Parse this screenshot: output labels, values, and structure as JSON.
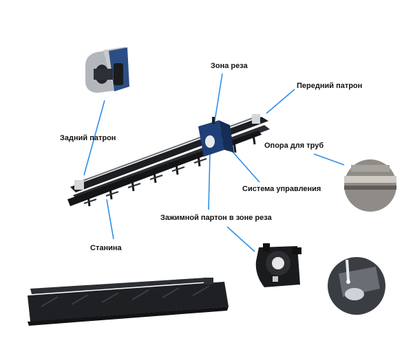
{
  "labels": {
    "cut_zone": "Зона реза",
    "front_chuck": "Передний патрон",
    "rear_chuck": "Задний патрон",
    "pipe_support": "Опора для труб",
    "control_system": "Система управления",
    "clamp_chuck_cut_zone": "Зажимной партон в зоне реза",
    "bed": "Станина"
  },
  "colors": {
    "leader_line": "#2f8fe6",
    "machine_dark": "#1d1f22",
    "machine_blue": "#1e3f78",
    "chuck_grey": "#a9adb2"
  }
}
